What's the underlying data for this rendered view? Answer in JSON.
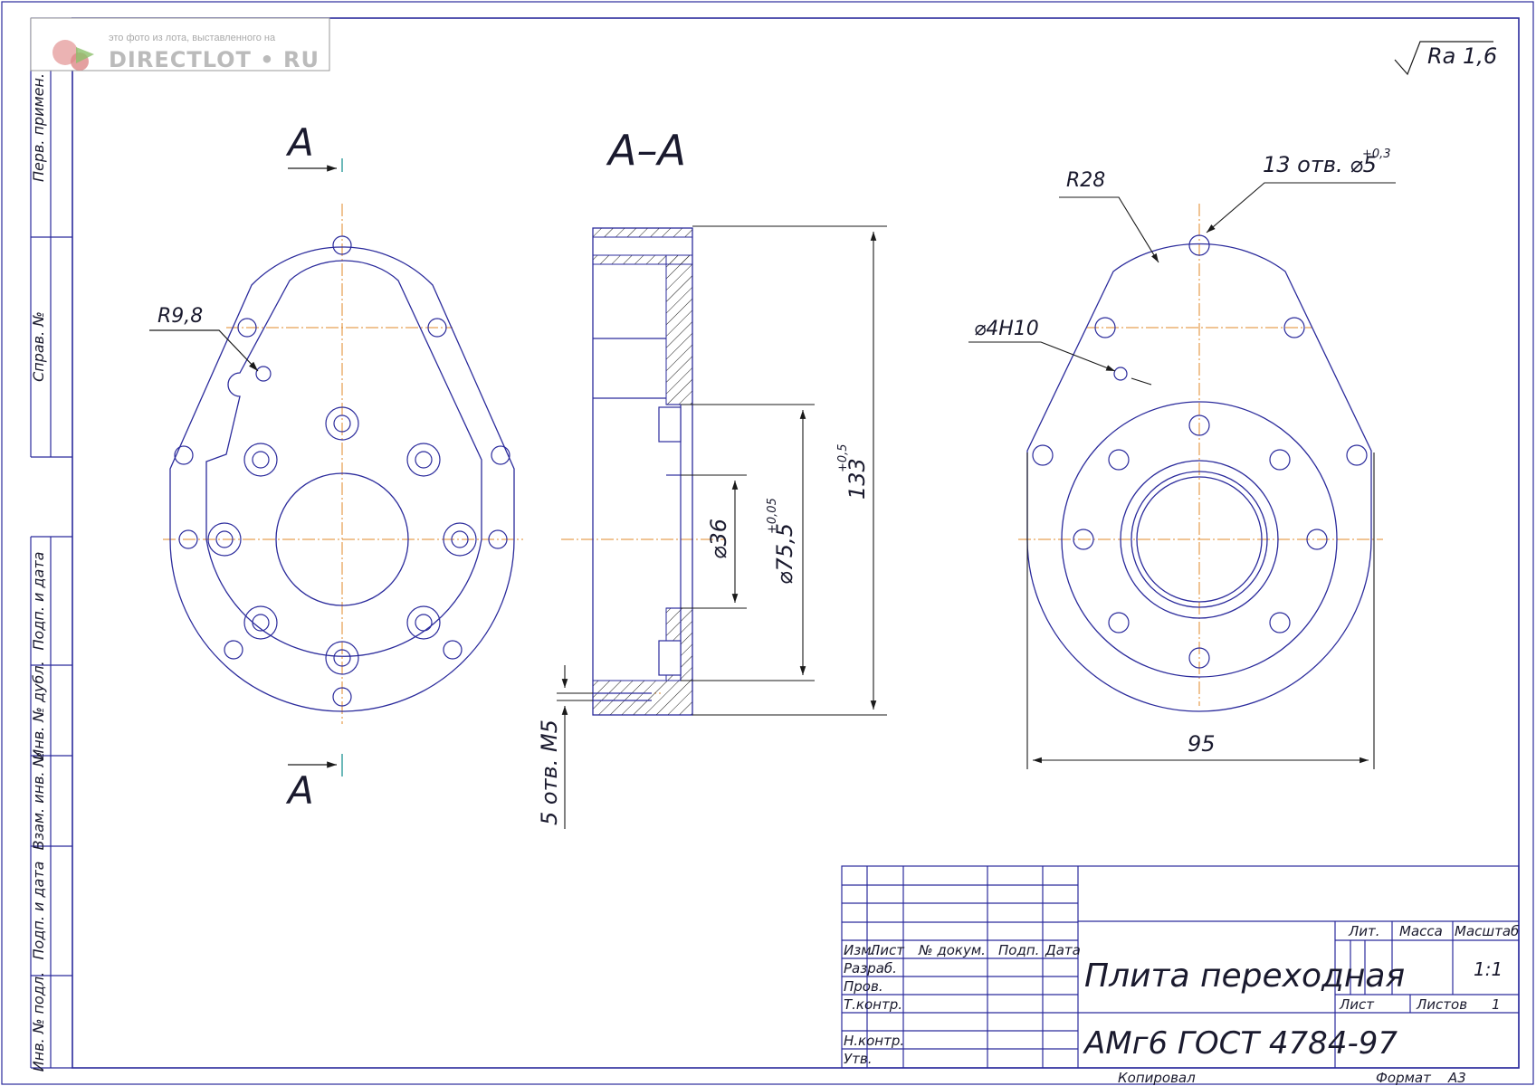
{
  "watermark": {
    "caption": "это фото из лота, выставленного на",
    "site": "DIRECTLOT • RU"
  },
  "roughness": "Ra 1,6",
  "section_labels": {
    "cut_top": "A",
    "cut_bottom": "A",
    "section_title": "A–A"
  },
  "dimensions": {
    "r_notch": "R9,8",
    "r_top": "R28",
    "holes_top": "13 отв. ⌀5",
    "holes_top_tol": "+0,3",
    "pin_hole": "⌀4H10",
    "bore_small": "⌀36",
    "bore_large": "⌀75,5",
    "bore_large_tol": "+0,05",
    "height": "133",
    "height_tol": "+0,5",
    "width": "95",
    "threads": "5 отв. М5"
  },
  "side_strip": [
    "Перв. примен.",
    "Справ. №",
    "Подп. и дата",
    "Инв. № дубл.",
    "Взам. инв. №",
    "Подп. и дата",
    "Инв. № подл."
  ],
  "title_block": {
    "col_izm": "Изм.",
    "col_list": "Лист",
    "col_doc": "№ докум.",
    "col_sign": "Подп.",
    "col_date": "Дата",
    "row_razrab": "Разраб.",
    "row_prov": "Пров.",
    "row_tkontr": "Т.контр.",
    "row_nkontr": "Н.контр.",
    "row_utv": "Утв.",
    "part_name": "Плита переходная",
    "material": "АМг6 ГОСТ 4784-97",
    "lit": "Лит.",
    "massa": "Масса",
    "masshtab": "Масштаб",
    "scale": "1:1",
    "sheet_label": "Лист",
    "sheets_label": "Листов",
    "sheets_count": "1",
    "copied": "Копировал",
    "format_label": "Формат",
    "format_value": "А3"
  },
  "colors": {
    "line": "#2b2b9c",
    "axis": "#e08a2a",
    "dim": "#1a1a1a"
  }
}
